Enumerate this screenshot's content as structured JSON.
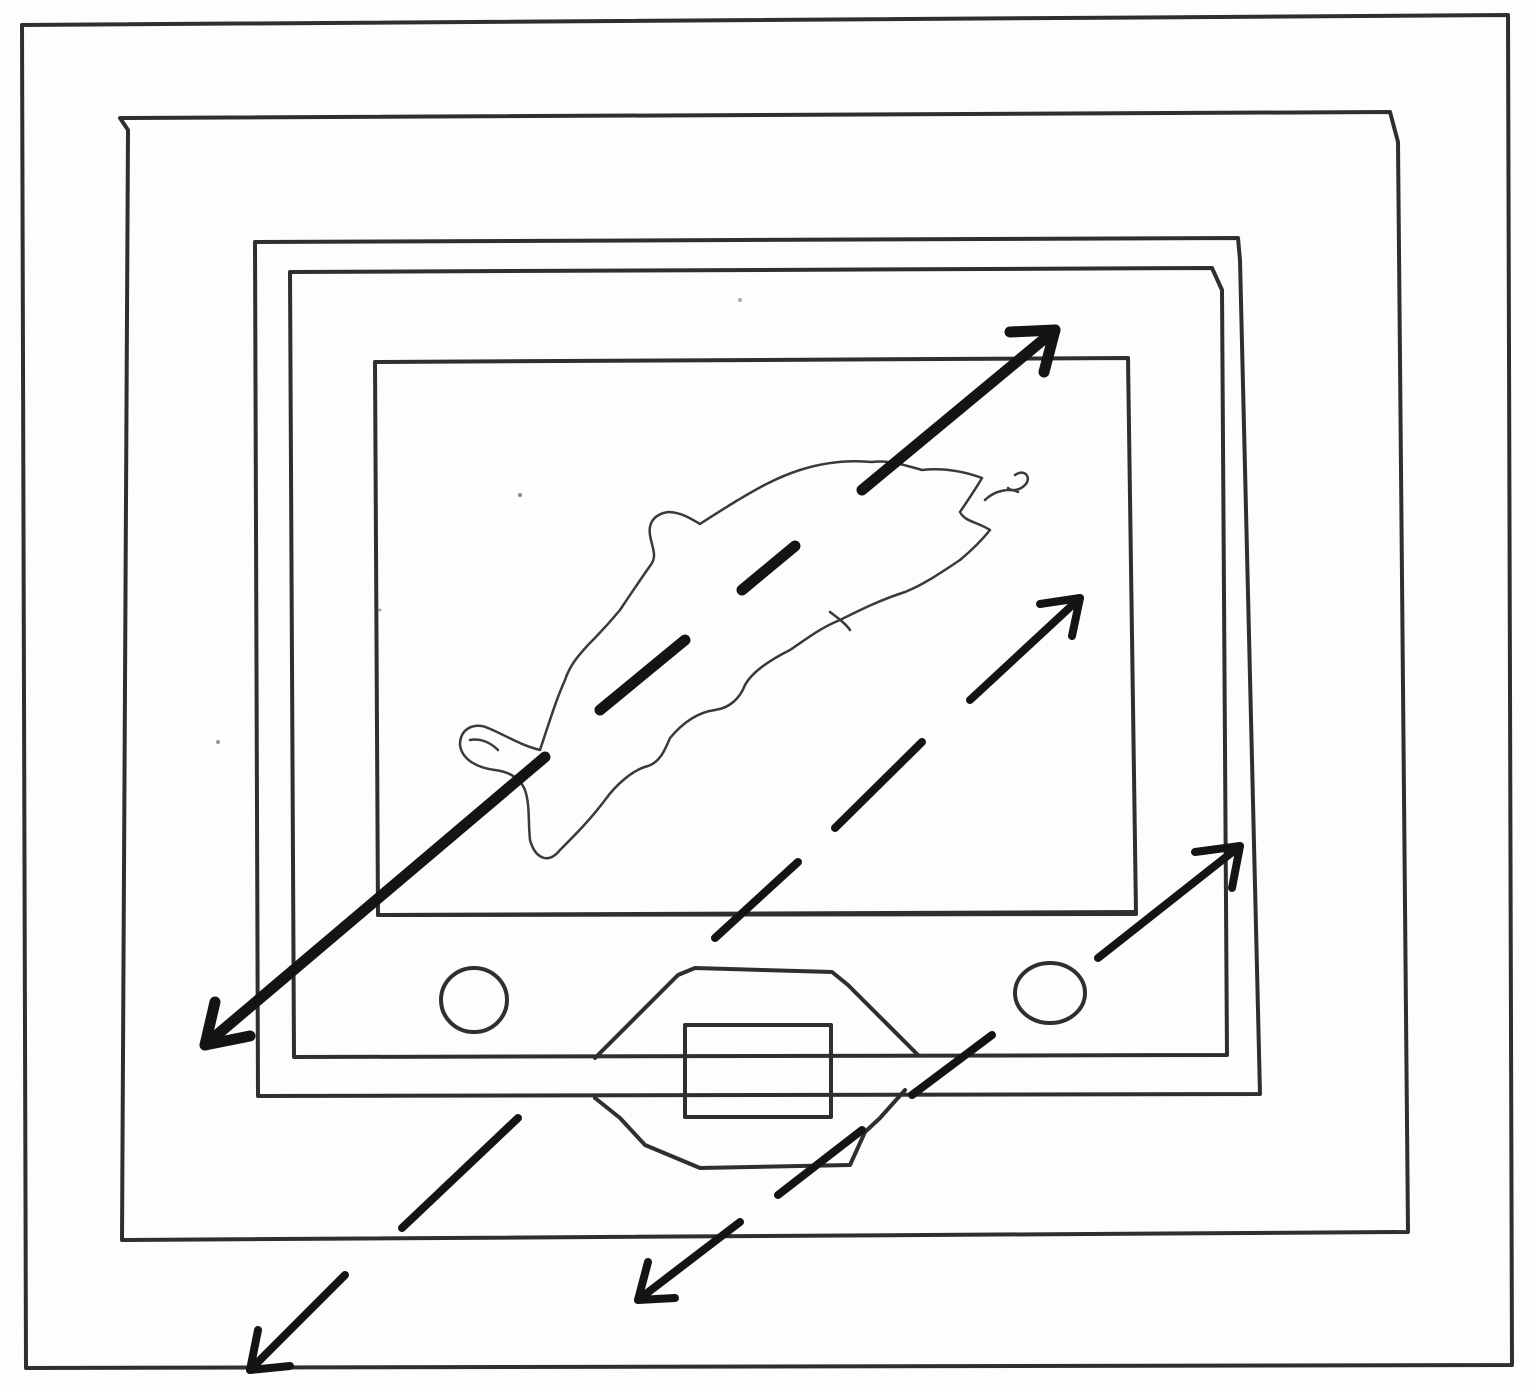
{
  "colors": {
    "paper": "#fdfdfd",
    "pencil": "#2f2f2f",
    "marker": "#141414"
  },
  "diagram": {
    "frames": [
      {
        "name": "outer-frame"
      },
      {
        "name": "middle-frame"
      },
      {
        "name": "device-outer-frame"
      },
      {
        "name": "device-inner-frame"
      },
      {
        "name": "screen-frame"
      }
    ],
    "screen_image": {
      "icon": "fish-icon"
    },
    "controls": [
      {
        "name": "left-round-button"
      },
      {
        "name": "center-rectangular-button"
      },
      {
        "name": "right-round-button"
      }
    ],
    "arrows": [
      {
        "name": "solid-diagonal-arrow",
        "style": "solid",
        "heads": 2
      },
      {
        "name": "dashed-center-arrow",
        "style": "dashed",
        "heads": 1
      },
      {
        "name": "dashed-lower-left-arrow",
        "style": "dashed",
        "heads": 1
      },
      {
        "name": "dashed-right-arrow",
        "style": "dashed",
        "heads": 2
      }
    ]
  }
}
